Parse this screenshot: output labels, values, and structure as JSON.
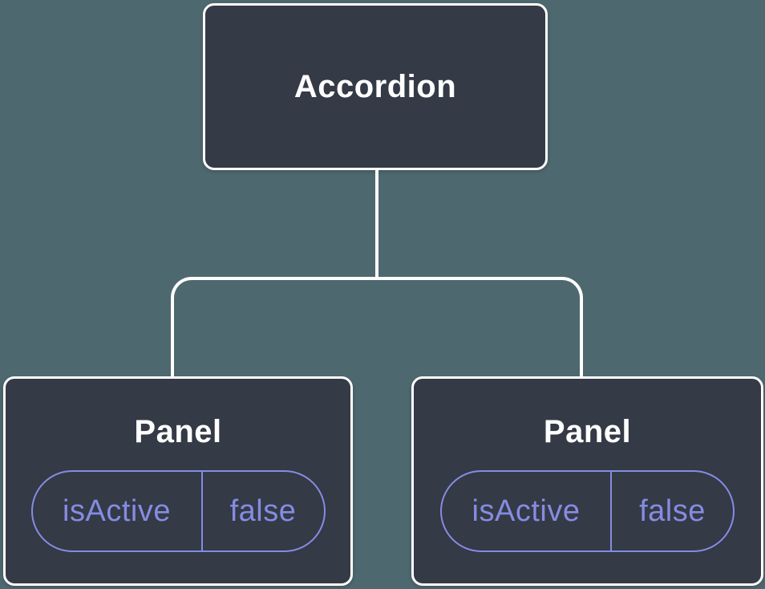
{
  "diagram": {
    "type": "component-tree",
    "colors": {
      "background": "#4E6870",
      "node_fill": "#343A46",
      "node_border": "#FFFFFF",
      "connector": "#FFFFFF",
      "accent": "#858CE2",
      "title_text": "#FFFFFF"
    },
    "root": {
      "label": "Accordion"
    },
    "children": [
      {
        "label": "Panel",
        "state": {
          "key": "isActive",
          "value": "false"
        }
      },
      {
        "label": "Panel",
        "state": {
          "key": "isActive",
          "value": "false"
        }
      }
    ]
  }
}
